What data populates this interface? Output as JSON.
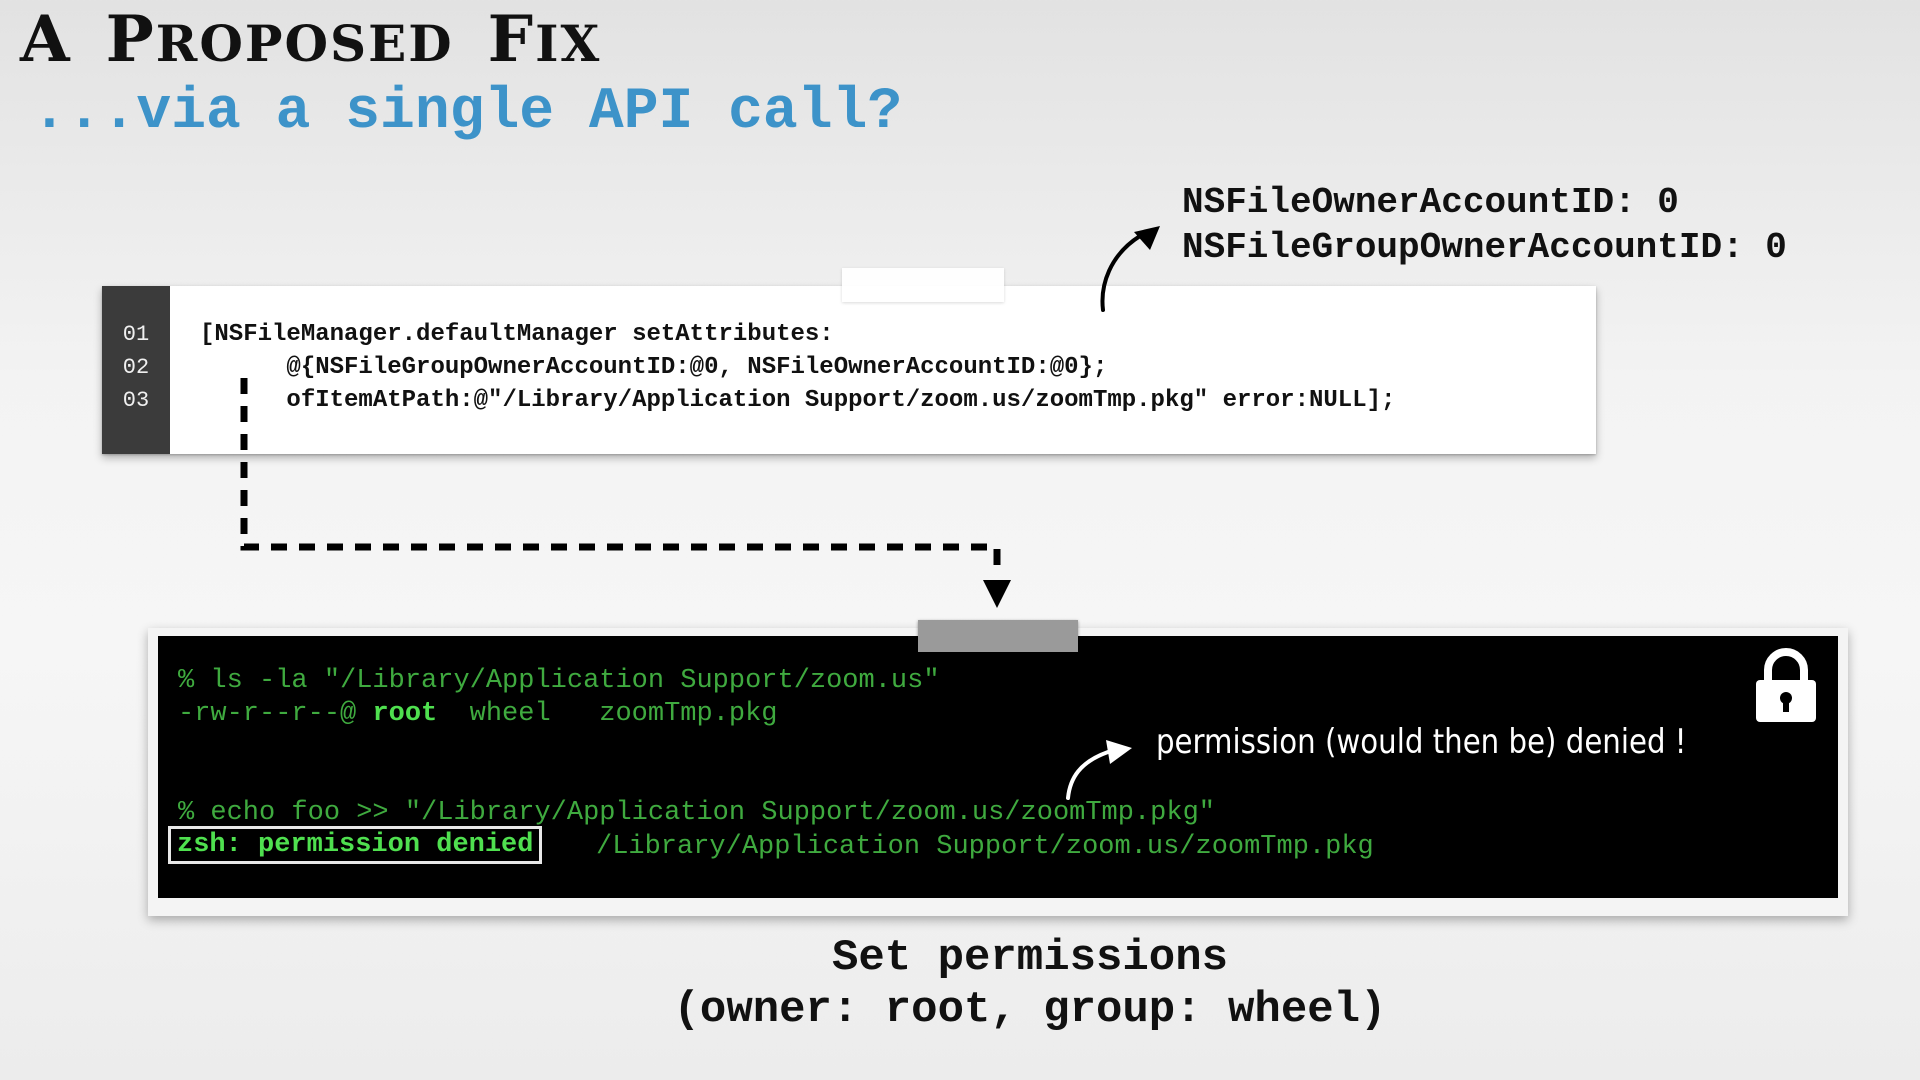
{
  "slide": {
    "title_first": "A",
    "title_p": "P",
    "title_roposed": "ROPOSED",
    "title_f": "F",
    "title_ix": "IX",
    "subtitle": "...via a single API call?",
    "attributes": [
      "NSFileOwnerAccountID: 0",
      "NSFileGroupOwnerAccountID: 0"
    ]
  },
  "code": {
    "line_numbers": [
      "01",
      "02",
      "03"
    ],
    "lines": [
      "[NSFileManager.defaultManager setAttributes:",
      "      @{NSFileGroupOwnerAccountID:@0, NSFileOwnerAccountID:@0};",
      "      ofItemAtPath:@\"/Library/Application Support/zoom.us/zoomTmp.pkg\" error:NULL];"
    ]
  },
  "terminal": {
    "line1": "% ls -la \"/Library/Application Support/zoom.us\"",
    "line2_perms": "-rw-r--r--@ ",
    "line2_owner": "root",
    "line2_rest": "  wheel   zoomTmp.pkg",
    "annotation": "permission (would then be) denied !",
    "line3": "% echo foo >> \"/Library/Application Support/zoom.us/zoomTmp.pkg\"",
    "denied": "zsh: permission denied",
    "line4_rest": "/Library/Application Support/zoom.us/zoomTmp.pkg"
  },
  "caption": {
    "line1": "Set permissions",
    "line2": "(owner: root, group: wheel)"
  },
  "colors": {
    "subtitle": "#3d93c9",
    "terminal_text": "#3faa3f",
    "terminal_bright": "#4fe04f",
    "terminal_bg": "#000000"
  },
  "icons": [
    "arrow-curved-icon",
    "arrow-down-icon",
    "lock-icon"
  ]
}
